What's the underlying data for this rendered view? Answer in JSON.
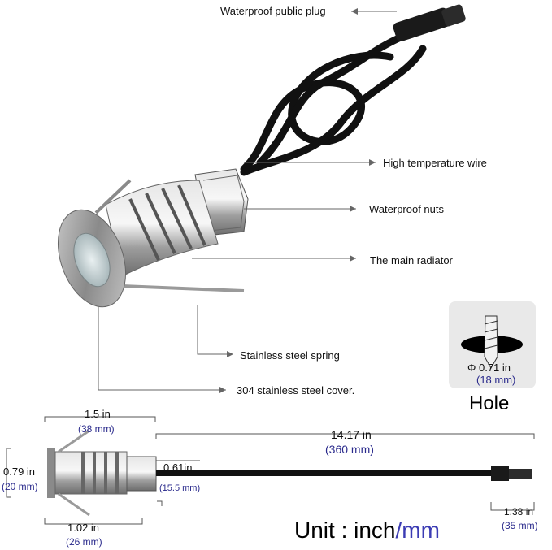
{
  "callouts": {
    "plug": "Waterproof public plug",
    "wire": "High temperature wire",
    "nuts": "Waterproof nuts",
    "radiator": "The main radiator",
    "spring": "Stainless steel spring",
    "cover": "304 stainless steel cover."
  },
  "hole": {
    "diameter_in": "Φ 0.71 in",
    "diameter_mm": "(18 mm)",
    "title": "Hole"
  },
  "dimensions": {
    "top_width_in": "1.5 in",
    "top_width_mm": "(38 mm)",
    "height_in": "0.79 in",
    "height_mm": "(20 mm)",
    "bottom_width_in": "1.02 in",
    "bottom_width_mm": "(26 mm)",
    "nut_in": "0.61in",
    "nut_mm": "(15.5 mm)",
    "cable_in": "14.17 in",
    "cable_mm": "(360 mm)",
    "plug_in": "1.38 in",
    "plug_mm": "(35 mm)"
  },
  "unit": {
    "prefix": "Unit : inch",
    "slash": "/",
    "mm": "mm"
  },
  "colors": {
    "arrow": "#666666",
    "metal": "#b9b9b9",
    "dark_metal": "#777777",
    "cable": "#111111",
    "mm_text": "#2a2a8c",
    "unit_mm": "#3c3cb4"
  }
}
